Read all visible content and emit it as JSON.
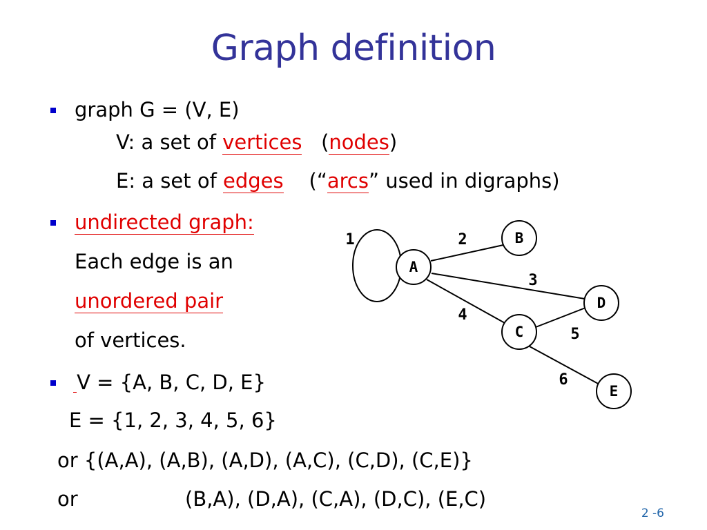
{
  "title": "Graph definition",
  "bullet1": {
    "text": "graph G = (V, E)",
    "v_prefix": "V: a set of ",
    "v_term": "vertices",
    "v_open": "(",
    "v_alt": "nodes",
    "v_close": ")",
    "e_prefix": "E: a set of ",
    "e_term": "edges",
    "e_open": "(“",
    "e_alt": "arcs",
    "e_close": "” used in digraphs)"
  },
  "bullet2": {
    "heading": "undirected graph:",
    "line1": "Each edge is an",
    "line2": "unordered pair",
    "line3": "of vertices."
  },
  "bullet3": {
    "marker": " ",
    "v_set": "V = {A, B, C, D, E}",
    "e_set": "E = {1, 2, 3, 4, 5, 6}",
    "or1": "or {(A,A), (A,B), (A,D), (A,C), (C,D), (C,E)}",
    "or2_word": "or",
    "or2_pairs": "(B,A), (D,A), (C,A), (D,C), (E,C)"
  },
  "graph": {
    "vertices": [
      "A",
      "B",
      "C",
      "D",
      "E"
    ],
    "edge_labels": [
      "1",
      "2",
      "3",
      "4",
      "5",
      "6"
    ]
  },
  "page_number": "2 -6",
  "colors": {
    "title": "#333399",
    "emphasis": "#e00000",
    "bullet": "#0000cc"
  }
}
